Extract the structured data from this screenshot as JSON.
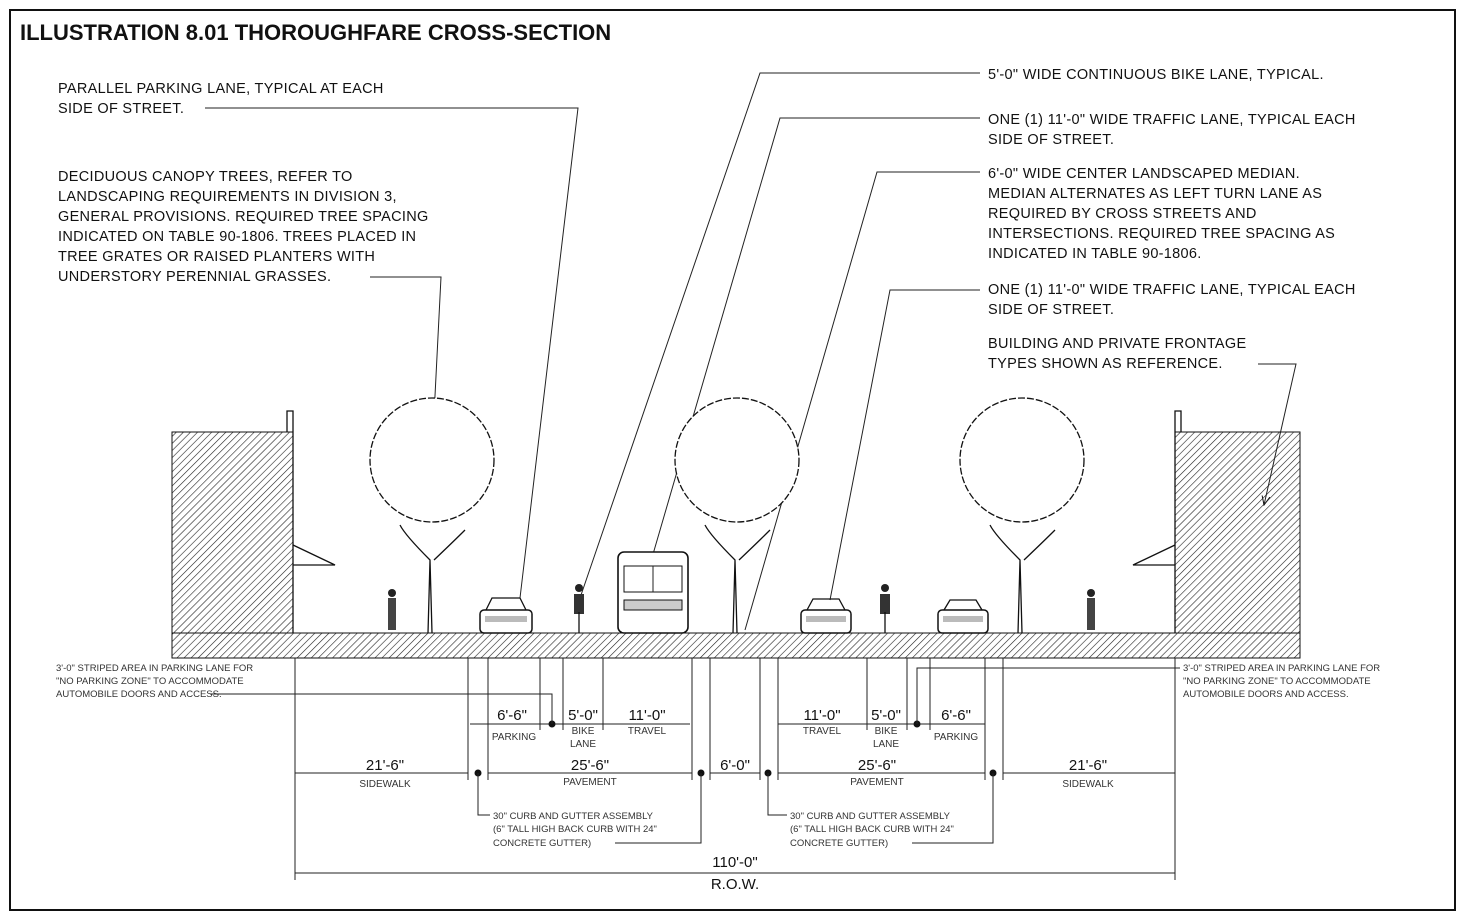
{
  "title": "ILLUSTRATION 8.01 THOROUGHFARE CROSS-SECTION",
  "callouts_left": {
    "parking": [
      "PARALLEL PARKING LANE, TYPICAL AT EACH",
      "SIDE OF STREET."
    ],
    "trees": [
      "DECIDUOUS CANOPY TREES, REFER TO",
      "LANDSCAPING REQUIREMENTS IN DIVISION 3,",
      "GENERAL PROVISIONS. REQUIRED TREE SPACING",
      "INDICATED ON TABLE 90-1806. TREES PLACED IN",
      "TREE GRATES OR RAISED PLANTERS WITH",
      "UNDERSTORY PERENNIAL GRASSES."
    ]
  },
  "callouts_right": {
    "bike": [
      "5'-0\" WIDE CONTINUOUS BIKE LANE, TYPICAL."
    ],
    "traffic1": [
      "ONE (1) 11'-0\" WIDE TRAFFIC LANE, TYPICAL EACH",
      "SIDE OF STREET."
    ],
    "median": [
      "6'-0\" WIDE CENTER LANDSCAPED MEDIAN.",
      "MEDIAN ALTERNATES AS LEFT TURN LANE AS",
      "REQUIRED BY CROSS STREETS AND",
      "INTERSECTIONS. REQUIRED TREE SPACING AS",
      "INDICATED IN TABLE 90-1806."
    ],
    "traffic2": [
      "ONE (1) 11'-0\" WIDE TRAFFIC LANE, TYPICAL EACH",
      "SIDE OF STREET."
    ],
    "building": [
      "BUILDING AND PRIVATE FRONTAGE",
      "TYPES SHOWN AS REFERENCE."
    ]
  },
  "striped_note": [
    "3'-0\" STRIPED AREA IN PARKING LANE FOR",
    "\"NO PARKING ZONE\" TO ACCOMMODATE",
    "AUTOMOBILE DOORS AND ACCESS."
  ],
  "curb_note": [
    "30\" CURB AND GUTTER ASSEMBLY",
    "(6\" TALL HIGH BACK CURB WITH 24\"",
    "CONCRETE GUTTER)"
  ],
  "dimensions": {
    "parking": {
      "value": "6'-6\"",
      "label": "PARKING"
    },
    "bike": {
      "value": "5'-0\"",
      "label1": "BIKE",
      "label2": "LANE"
    },
    "travel": {
      "value": "11'-0\"",
      "label": "TRAVEL"
    },
    "sidewalk": {
      "value": "21'-6\"",
      "label": "SIDEWALK"
    },
    "pavement": {
      "value": "25'-6\"",
      "label": "PAVEMENT"
    },
    "median": {
      "value": "6'-0\""
    },
    "row": {
      "value": "110'-0\"",
      "label": "R.O.W."
    }
  }
}
